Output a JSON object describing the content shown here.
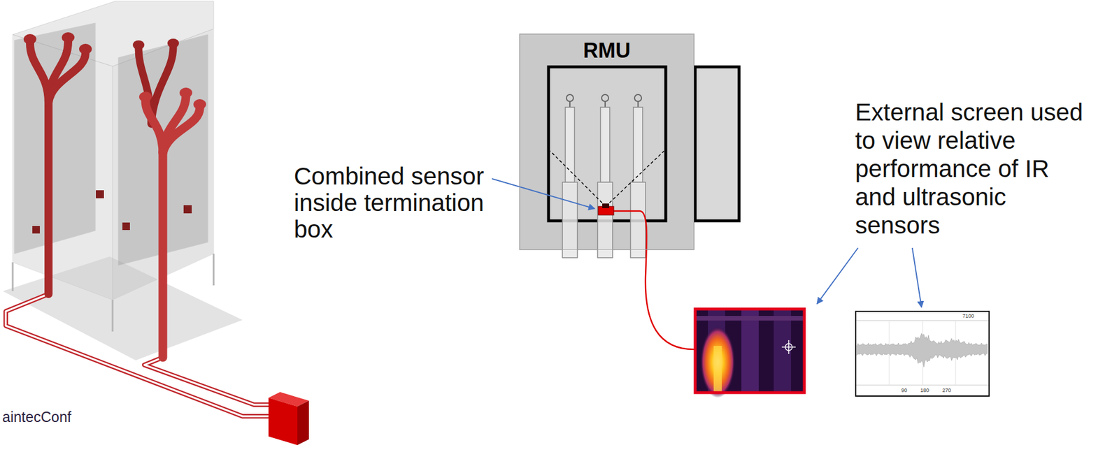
{
  "diagram": {
    "nodes": [
      {
        "text": [
          "RMU"
        ]
      }
    ],
    "labels": [
      "Combined sensor inside termination box",
      "External screen used to view relative performance of IR and ultrasonic sensors",
      "aintecConf",
      "7100",
      "90",
      "180",
      "270"
    ]
  }
}
